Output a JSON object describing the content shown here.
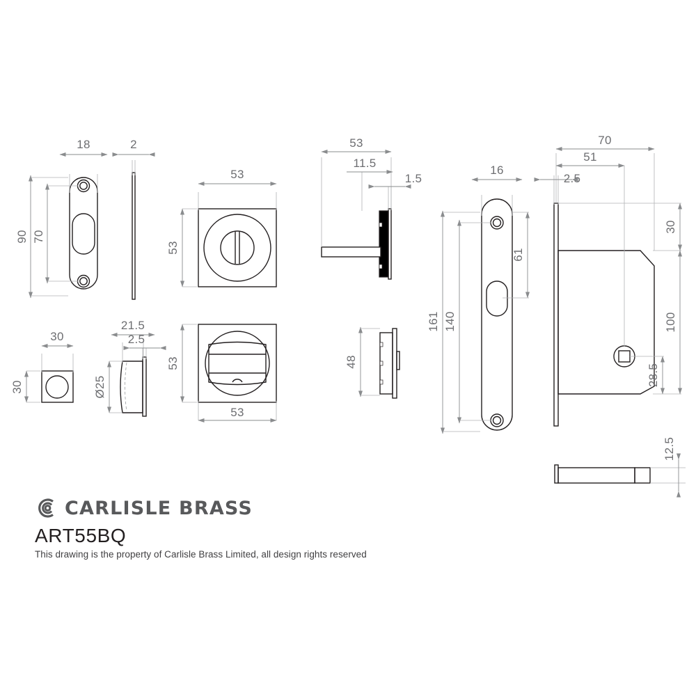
{
  "document": {
    "type": "technical-drawing",
    "background": "#ffffff",
    "line_color": "#231f20",
    "dimension_color": "#6d6e71"
  },
  "title_block": {
    "brand": "CARLISLE BRASS",
    "logo_name": "carlisle-brass-logo",
    "part_code": "ART55BQ",
    "rights": "This drawing is the property of Carlisle Brass Limited, all design rights reserved"
  },
  "views": {
    "edge_faceplate": {
      "name": "Rounded edge faceplate front view",
      "dimensions": {
        "width": "18",
        "height_overall": "90",
        "hole_centres": "70"
      }
    },
    "faceplate_side": {
      "name": "Faceplate side / thickness view",
      "dimensions": {
        "thickness": "2"
      }
    },
    "square_rose": {
      "name": "Square rose with turn spindle front view",
      "dimensions": {
        "width": "53",
        "height": "53"
      }
    },
    "thumbturn_rose": {
      "name": "Square rose with thumbturn front view",
      "dimensions": {
        "height": "53",
        "width": "53"
      }
    },
    "small_square": {
      "name": "Small square backplate view",
      "dimensions": {
        "width": "30",
        "height": "30"
      }
    },
    "cylinder": {
      "name": "Cylinder boss side view",
      "dimensions": {
        "length": "21.5",
        "flange": "2.5",
        "diameter": "Ø25"
      }
    },
    "rose_section": {
      "name": "Rose assembly section view with spindle",
      "dimensions": {
        "overall": "53",
        "body": "11.5",
        "plate": "1.5"
      }
    },
    "rose_side": {
      "name": "Rose side profile view",
      "dimensions": {
        "height": "48"
      }
    },
    "lock_faceplate": {
      "name": "Lock forend faceplate front view",
      "dimensions": {
        "width": "16",
        "overall": "161",
        "hole_centres": "140",
        "to_slot": "61"
      }
    },
    "lock_case": {
      "name": "Hook lock case side view",
      "dimensions": {
        "depth": "70",
        "to_spindle": "51",
        "forend_thickness": "2.5",
        "top_offset": "30",
        "case_height": "100",
        "spindle_to_bottom": "28.5"
      }
    },
    "follower_bar": {
      "name": "Follower bar / spindle side view",
      "dimensions": {
        "thickness": "12.5"
      }
    }
  },
  "dimension_labels": {
    "d18": "18",
    "d2": "2",
    "d90": "90",
    "d70": "70",
    "d53_rose_w": "53",
    "d53_rose_h": "53",
    "d53_turn_h": "53",
    "d53_turn_w": "53",
    "d30_w": "30",
    "d30_h": "30",
    "d21_5": "21.5",
    "d2_5_cyl": "2.5",
    "d25": "Ø25",
    "d53_sec": "53",
    "d11_5": "11.5",
    "d1_5": "1.5",
    "d48": "48",
    "d16": "16",
    "d161": "161",
    "d140": "140",
    "d61": "61",
    "d70_case": "70",
    "d51": "51",
    "d2_5_case": "2.5",
    "d30_case": "30",
    "d100": "100",
    "d28_5": "28.5",
    "d12_5": "12.5"
  }
}
